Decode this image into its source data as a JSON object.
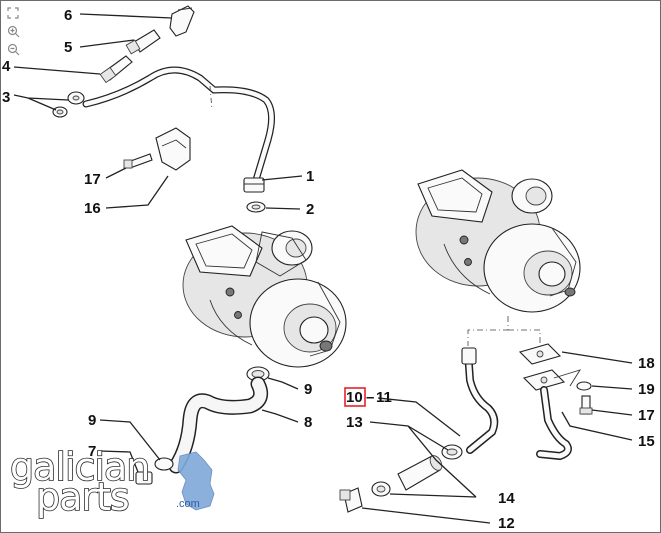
{
  "toolbar": {
    "icons": [
      "fit-page-icon",
      "zoom-in-icon",
      "zoom-out-icon"
    ]
  },
  "callouts": {
    "c1": "1",
    "c2": "2",
    "c3": "3",
    "c4": "4",
    "c5": "5",
    "c6": "6",
    "c7": "7",
    "c8": "8",
    "c9a": "9",
    "c9b": "9",
    "c10": "10",
    "c11": "11",
    "c12": "12",
    "c13": "13",
    "c14": "14",
    "c15": "15",
    "c16": "16",
    "c17a": "17",
    "c17b": "17",
    "c18": "18",
    "c19": "19"
  },
  "highlight": {
    "callout": "10",
    "color": "#e8202a"
  },
  "watermark": {
    "line1": "galician",
    "line2": "parts",
    "suffix": ".com",
    "accent_color": "#2b5fa8"
  }
}
